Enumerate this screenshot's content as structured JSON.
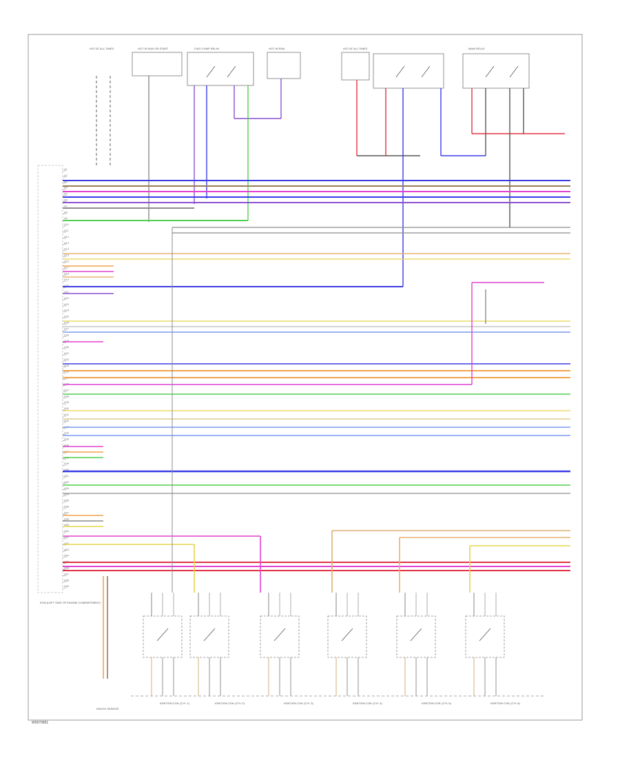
{
  "diagram": {
    "footer_code": "W0070891",
    "ecm_label": "ECM (LEFT SIDE OF ENGINE COMPARTMENT)",
    "ecm_pins": [
      "A1",
      "A2",
      "A3",
      "A4",
      "A5",
      "A6",
      "A7",
      "A8",
      "A9",
      "A10",
      "A11",
      "A12",
      "A13",
      "A14",
      "A15",
      "A16",
      "A17",
      "A18",
      "A19",
      "A20",
      "A21",
      "A22",
      "A23",
      "A24",
      "A25",
      "A26",
      "A27",
      "A28",
      "A29",
      "A30",
      "A31",
      "A32",
      "A33",
      "A34",
      "A35",
      "A36",
      "A37",
      "A38",
      "A39",
      "A40",
      "A41",
      "A42",
      "A43",
      "A44",
      "A45",
      "A46",
      "A47",
      "A48",
      "A49",
      "A50",
      "A51",
      "A52",
      "A53",
      "A54",
      "A55",
      "A56",
      "A57",
      "A58",
      "A59",
      "A60",
      "A61",
      "A62",
      "A63",
      "A64",
      "A65",
      "A66",
      "A67",
      "A68",
      "A69"
    ],
    "top_components": [
      "HOT AT ALL TIMES",
      "HOT IN RUN OR START",
      "FUEL PUMP RELAY",
      "HOT IN RUN",
      "HOT AT ALL TIMES",
      "MAIN RELAY"
    ],
    "bottom_components": [
      "KNOCK SENSOR",
      "IGNITION COIL (CYL 1)",
      "IGNITION COIL (CYL 2)",
      "IGNITION COIL (CYL 3)",
      "IGNITION COIL (CYL 4)",
      "IGNITION COIL (CYL 5)",
      "IGNITION COIL (CYL 6)"
    ],
    "wire_colors": {
      "blue": "#3a3ae6",
      "violet": "#8a4fd0",
      "pink": "#e040d0",
      "red": "#e03040",
      "green": "#4fcf4f",
      "orange": "#f2a24a",
      "yellow": "#e8d44a",
      "grey": "#8c8c8c",
      "brown": "#9a7a5a",
      "black": "#333333",
      "lightblue": "#7a9af0"
    }
  }
}
